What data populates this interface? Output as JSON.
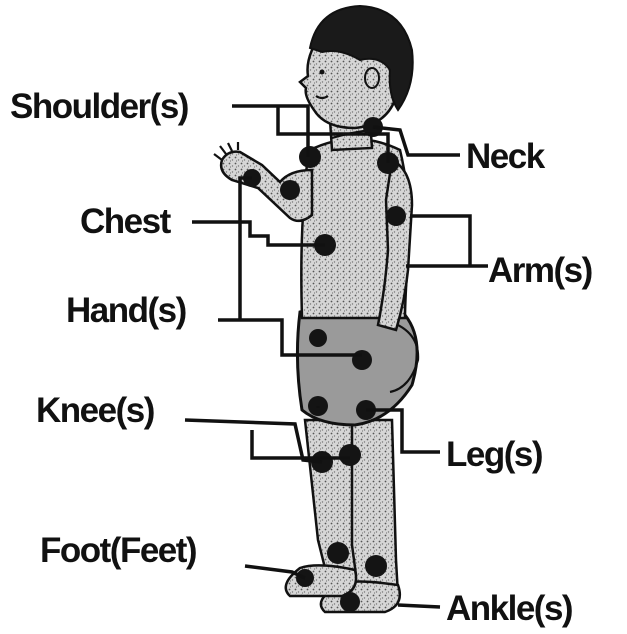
{
  "labels": {
    "shoulders": "Shoulder(s)",
    "neck": "Neck",
    "chest": "Chest",
    "arms": "Arm(s)",
    "hands": "Hand(s)",
    "knees": "Knee(s)",
    "legs": "Leg(s)",
    "feet": "Foot(Feet)",
    "ankles": "Ankle(s)"
  },
  "colors": {
    "ink": "#111111",
    "figure_fill": "#c9c9c9",
    "background": "#ffffff"
  }
}
